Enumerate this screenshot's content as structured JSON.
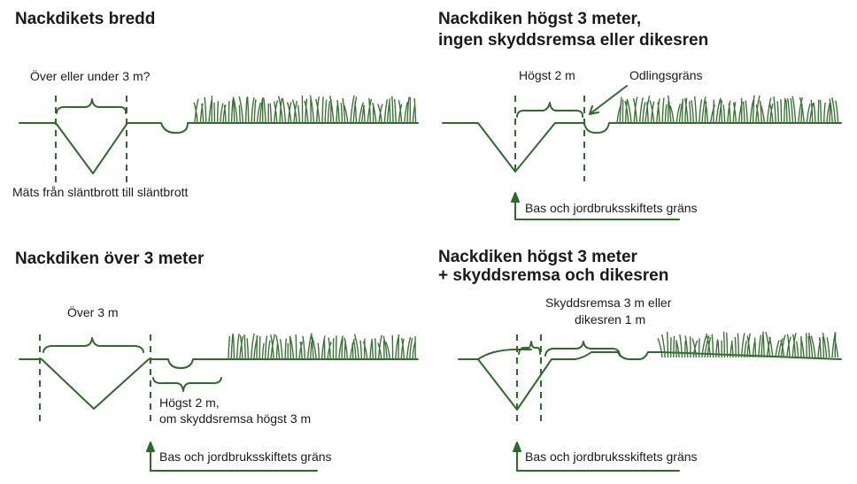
{
  "panels": [
    {
      "title": "Nackdikets bredd",
      "labels": [
        "Över eller under 3 m?",
        "Mäts från släntbrott till släntbrott"
      ]
    },
    {
      "title_lines": [
        "Nackdiken högst 3 meter,",
        "ingen skyddsremsa eller dikesren"
      ],
      "labels": [
        "Högst 2 m",
        "Odlingsgräns",
        "Bas och jordbruksskiftets gräns"
      ]
    },
    {
      "title": "Nackdiken över 3 meter",
      "labels": [
        "Över 3 m",
        "Högst 2 m,",
        "om skyddsremsa högst 3 m",
        "Bas och jordbruksskiftets gräns"
      ]
    },
    {
      "title_lines": [
        "Nackdiken högst 3 meter",
        "+ skyddsremsa och dikesren"
      ],
      "labels": [
        "Skyddsremsa 3 m eller",
        "dikesren 1 m",
        "Bas och jordbruksskiftets gräns"
      ]
    }
  ],
  "colors": {
    "line": "#2f6a2c",
    "grass": "#3a7434",
    "text": "#1a1a1a"
  }
}
